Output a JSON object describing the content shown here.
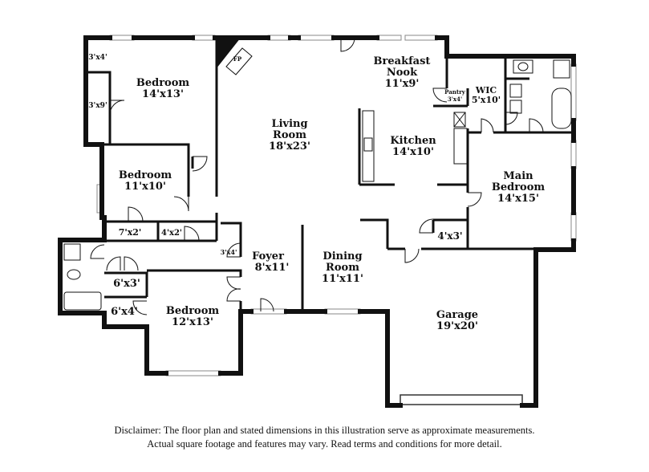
{
  "rooms": {
    "bedroom_nw": {
      "name": "Bedroom",
      "dim": "14'x13'"
    },
    "bedroom_w": {
      "name": "Bedroom",
      "dim": "11'x10'"
    },
    "bedroom_sw": {
      "name": "Bedroom",
      "dim": "12'x13'"
    },
    "living": {
      "name1": "Living",
      "name2": "Room",
      "dim": "18'x23'"
    },
    "breakfast": {
      "name1": "Breakfast",
      "name2": "Nook",
      "dim": "11'x9'"
    },
    "kitchen": {
      "name": "Kitchen",
      "dim": "14'x10'"
    },
    "main_bedroom": {
      "name1": "Main",
      "name2": "Bedroom",
      "dim": "14'x15'"
    },
    "foyer": {
      "name": "Foyer",
      "dim": "8'x11'"
    },
    "dining": {
      "name1": "Dining",
      "name2": "Room",
      "dim": "11'x11'"
    },
    "garage": {
      "name": "Garage",
      "dim": "19'x20'"
    },
    "wic": {
      "name": "WIC",
      "dim": "5'x10'"
    },
    "pantry": {
      "name": "Pantry",
      "dim": "3'x4'"
    }
  },
  "closets": {
    "c_3x4_top": "3'x4'",
    "c_3x9": "3'x9'",
    "c_7x2": "7'x2'",
    "c_4x2": "4'x2'",
    "c_6x3": "6'x3'",
    "c_6x4": "6'x4'",
    "c_3x4_foyer": "3'x4'",
    "c_4x3": "4'x3'"
  },
  "fireplace": "FP",
  "disclaimer": {
    "line1": "Disclaimer: The floor plan and stated dimensions in this illustration serve as approximate measurements.",
    "line2": "Actual square footage and features may vary. Read terms and conditions for more detail."
  }
}
